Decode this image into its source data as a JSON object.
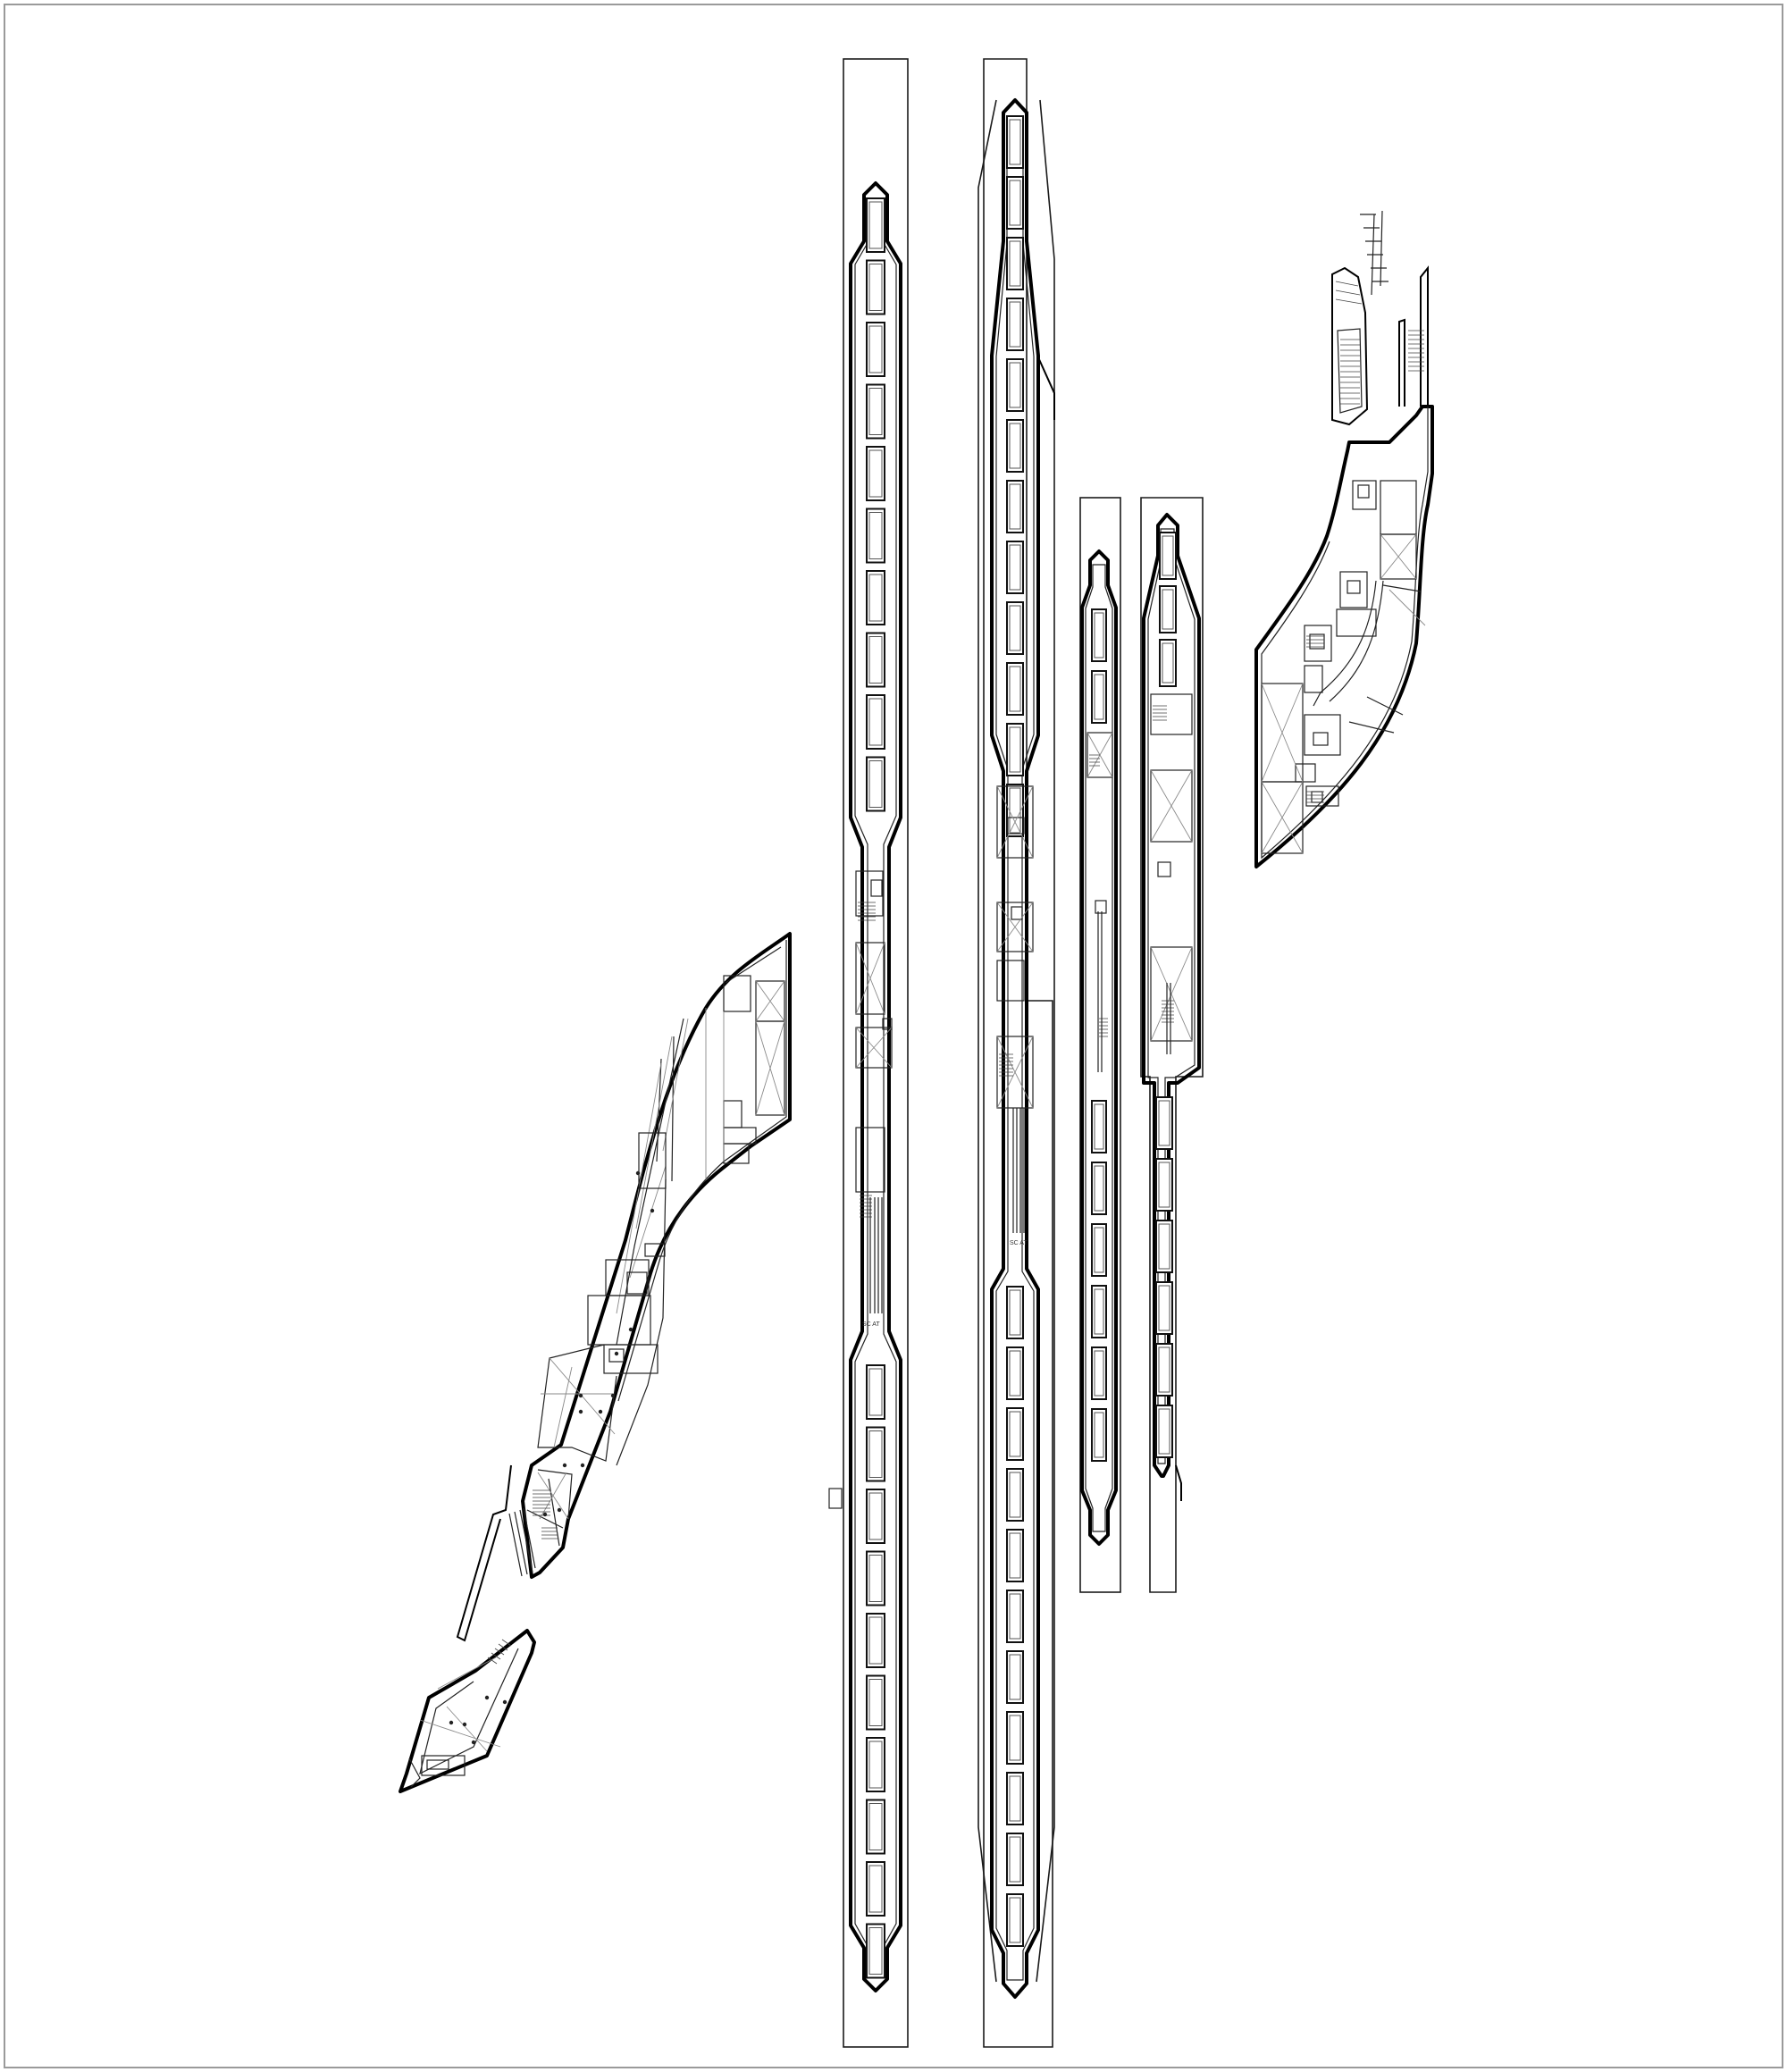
{
  "drawing": {
    "kind": "architectural-floor-plan",
    "colors": {
      "line": "#000000",
      "secondary": "#8a8a8a",
      "frame": "#9a9a9a",
      "background": "#ffffff"
    },
    "platform_labels": [
      "SC AT",
      "SC AT"
    ],
    "elements": [
      "outer-frame",
      "platform-1",
      "platform-2",
      "platform-3",
      "platform-4",
      "west-concourse-building",
      "south-entrance-pavilion",
      "east-station-building",
      "east-canopy"
    ]
  }
}
